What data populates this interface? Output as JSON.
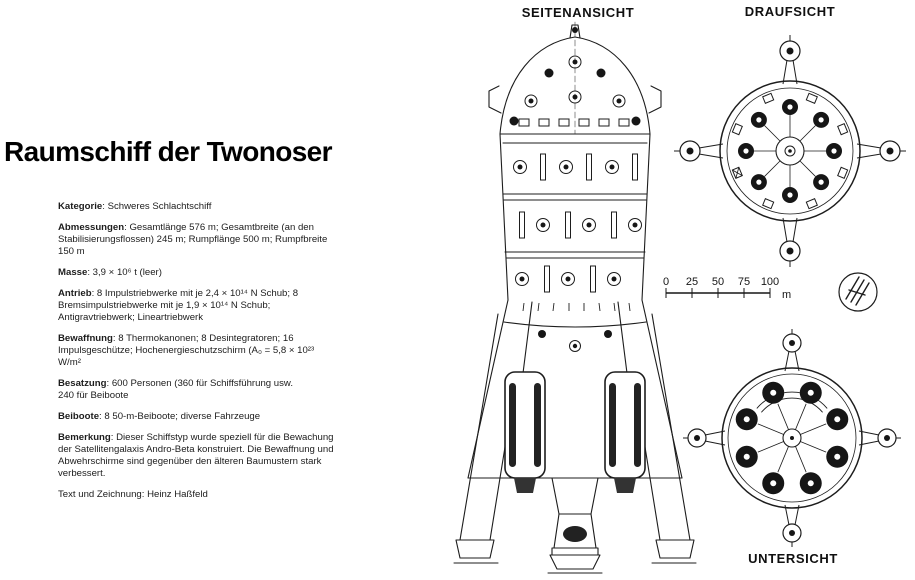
{
  "document": {
    "title": "Raumschiff der Twonoser",
    "specs": [
      {
        "label": "Kategorie",
        "text": ": Schweres Schlachtschiff"
      },
      {
        "label": "Abmessungen",
        "text": ": Gesamtlänge 576 m; Gesamtbreite (an den Stabilisierungsflossen) 245 m; Rumpflänge 500 m; Rumpfbreite 150 m"
      },
      {
        "label": "Masse",
        "text": ": 3,9 × 10⁶ t (leer)"
      },
      {
        "label": "Antrieb",
        "text": ": 8 Impulstriebwerke mit je 2,4 × 10¹⁴ N Schub; 8 Bremsimpulstriebwerke mit je 1,9 × 10¹⁴ N Schub; Antigravtriebwerk; Lineartriebwerk"
      },
      {
        "label": "Bewaffnung",
        "text": ": 8 Thermokanonen; 8 Desintegratoren; 16 Impulsgeschütze; Hochenergieschutzschirm (A₀ = 5,8 × 10²³ W/m²"
      },
      {
        "label": "Besatzung",
        "text": ": 600 Personen (360 für Schiffsführung usw.\n240 für Beiboote"
      },
      {
        "label": "Beiboote",
        "text": ": 8 50-m-Beiboote; diverse Fahrzeuge"
      },
      {
        "label": "Bemerkung",
        "text": ": Dieser Schiffstyp wurde speziell für die Bewachung der Satellitengalaxis Andro-Beta konstruiert. Die Bewaffnung und Abwehrschirme sind gegenüber den älteren Baumustern stark verbessert."
      }
    ],
    "credit": "Text und Zeichnung: Heinz Haßfeld",
    "views": {
      "side": "SEITENANSICHT",
      "top": "DRAUFSICHT",
      "bottom": "UNTERSICHT"
    },
    "scale_bar": {
      "ticks": [
        "0",
        "25",
        "50",
        "75",
        "100"
      ],
      "unit": "m"
    },
    "colors": {
      "ink": "#1d1d1d",
      "paper": "#ffffff"
    }
  }
}
